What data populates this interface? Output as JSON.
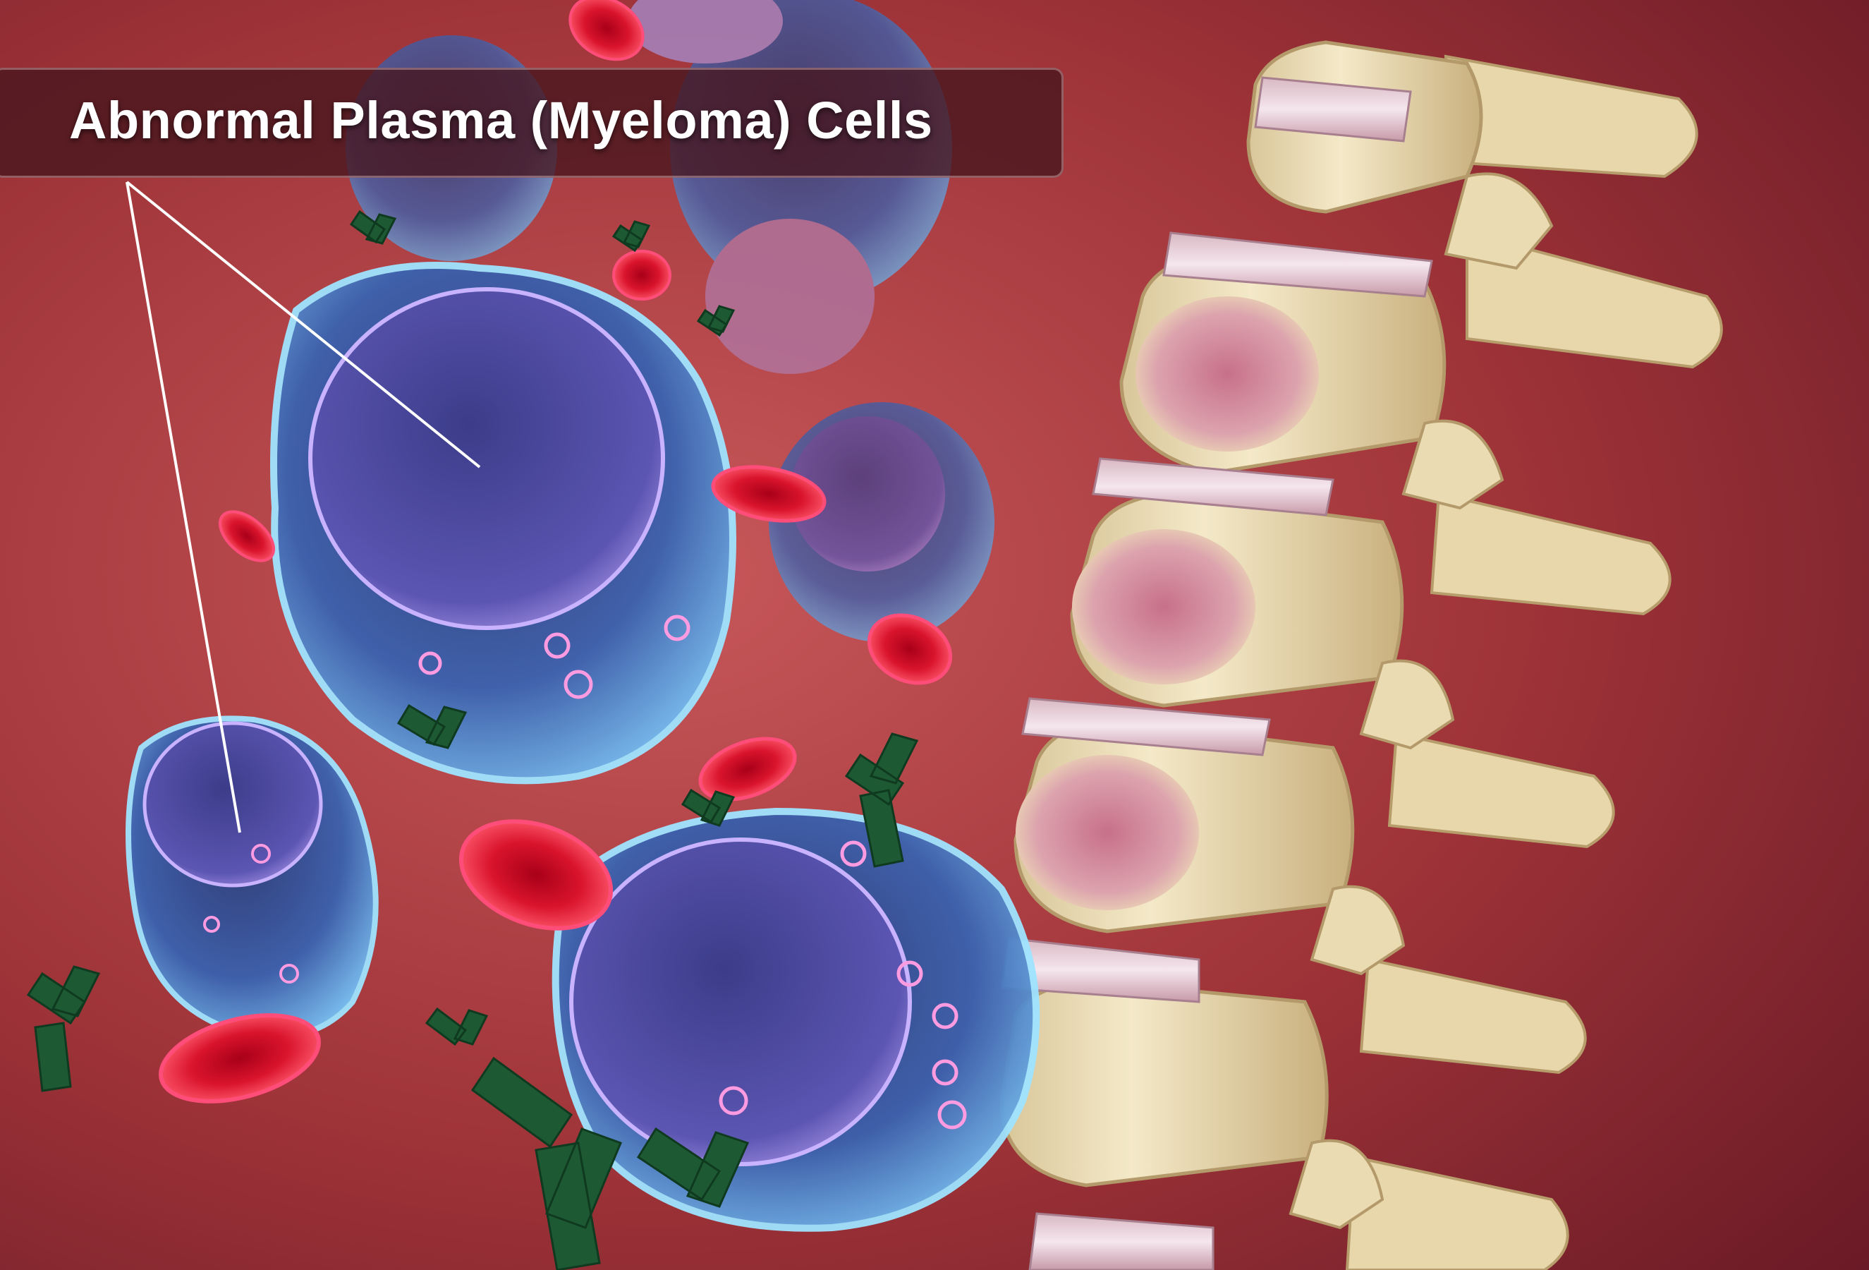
{
  "callout": {
    "label": "Abnormal Plasma (Myeloma) Cells"
  },
  "icons": [
    "myeloma-cell",
    "red-blood-cell",
    "antibody",
    "vertebra"
  ],
  "colors": {
    "background": "#9b2f34",
    "cell_body": "#3d6fc4",
    "cell_nucleus": "#6a5cb8",
    "red_blood_cell": "#e0142c",
    "antibody": "#1f5a35",
    "bone": "#efe1bd",
    "lesion": "#d79aa7"
  }
}
